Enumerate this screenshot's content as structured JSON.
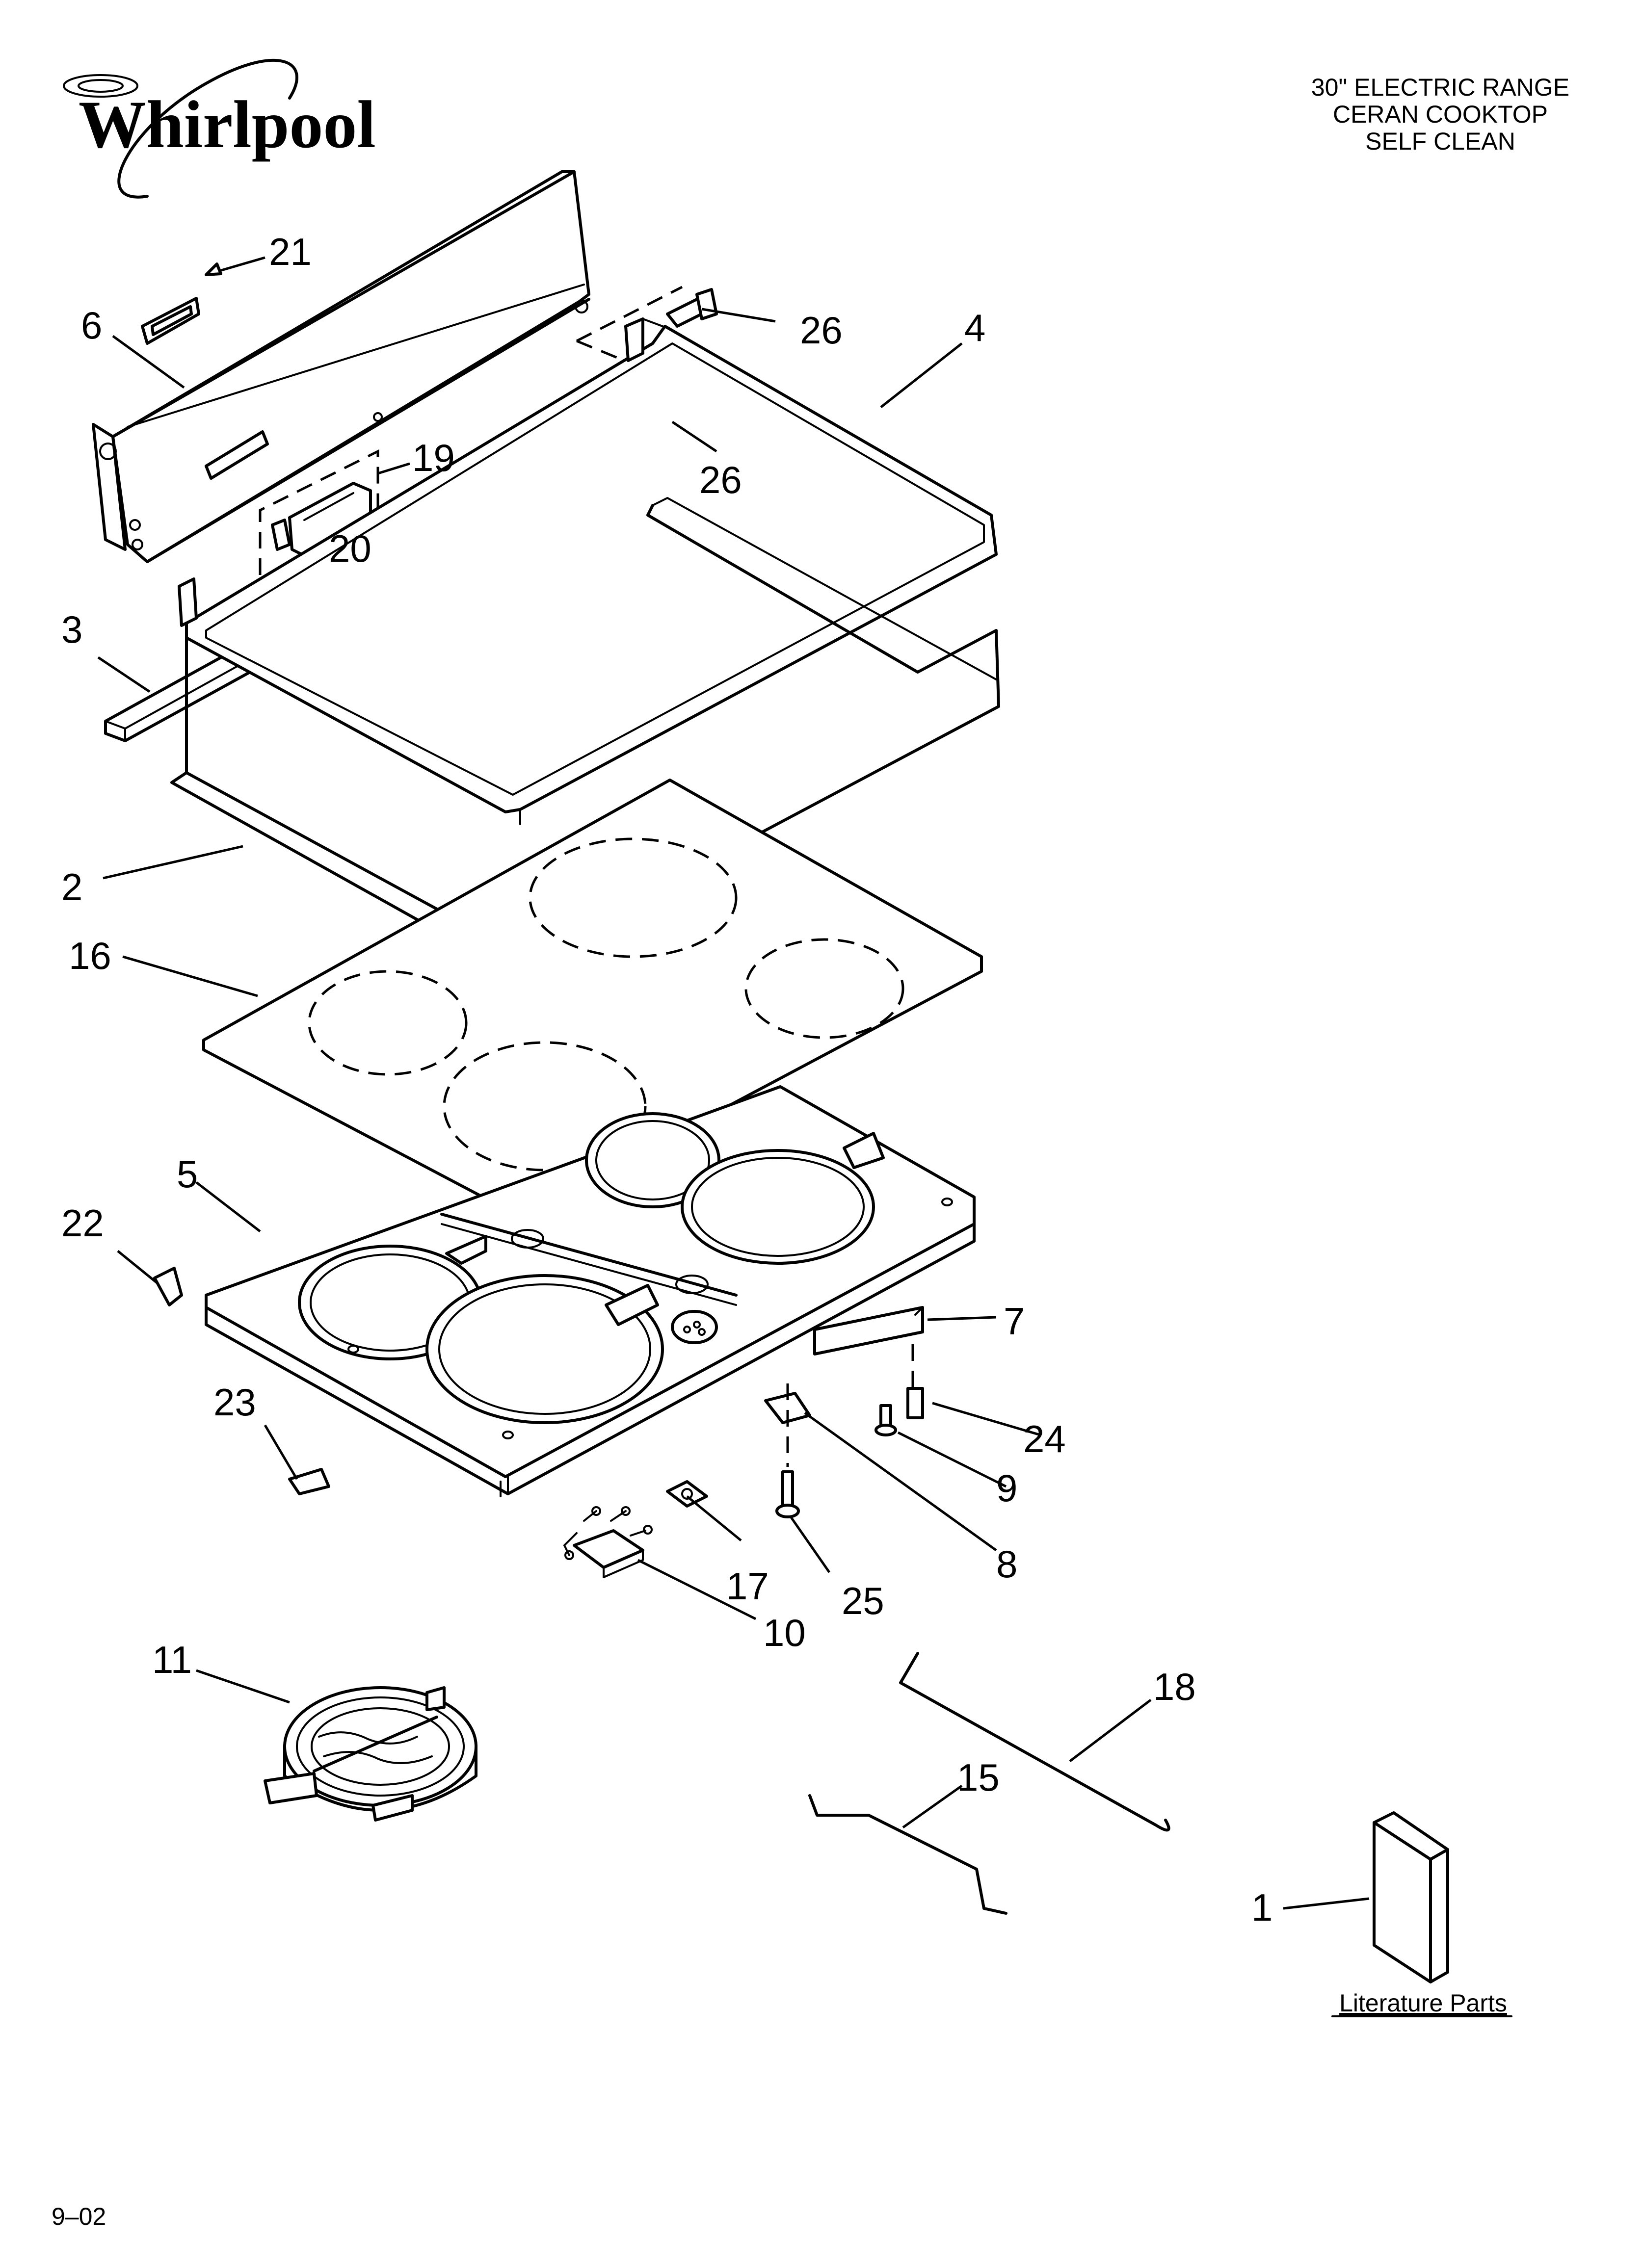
{
  "brand": "Whirlpool",
  "header": {
    "lines": [
      "30\" ELECTRIC RANGE",
      "CERAN COOKTOP",
      "SELF CLEAN"
    ]
  },
  "callouts": {
    "c21": "21",
    "c6": "6",
    "c26a": "26",
    "c26b": "26",
    "c4": "4",
    "c19": "19",
    "c20": "20",
    "c3": "3",
    "c2": "2",
    "c16": "16",
    "c5": "5",
    "c22": "22",
    "c7": "7",
    "c24": "24",
    "c23": "23",
    "c9": "9",
    "c8": "8",
    "c17": "17",
    "c25": "25",
    "c10": "10",
    "c11": "11",
    "c18": "18",
    "c15": "15",
    "c1": "1"
  },
  "literature_label": "Literature Parts",
  "date_code": "9–02",
  "colors": {
    "ink": "#000000",
    "paper": "#ffffff"
  }
}
